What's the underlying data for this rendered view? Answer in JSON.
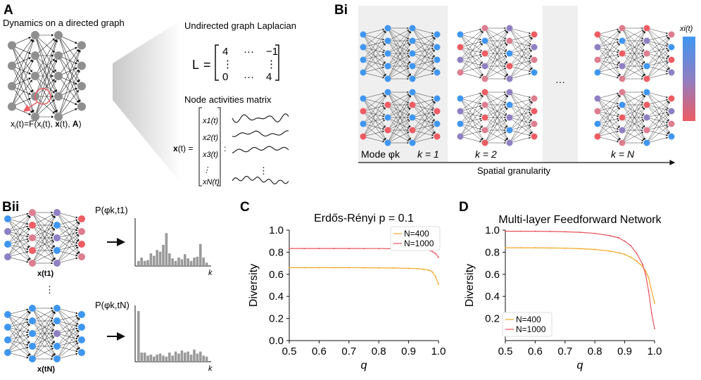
{
  "panel_labels": {
    "a": "A",
    "bi": "Bi",
    "bii": "Bii",
    "c": "C",
    "d": "D"
  },
  "panel_a": {
    "title": "Dynamics on a directed graph",
    "equation_prefix": "x",
    "equation_sub": "i",
    "equation_rest": "(t)=F(x",
    "equation_rest2": "(t), ",
    "equation_x": "x",
    "equation_t": "(t), ",
    "equation_A": "A",
    "equation_close": ")",
    "laplacian_title": "Undirected graph Laplacian",
    "laplacian_L": "L",
    "laplacian_eq": "=",
    "laplacian_rows": [
      [
        "4",
        "···",
        "−1"
      ],
      [
        "⋮",
        "",
        "⋮"
      ],
      [
        "0",
        "···",
        "4"
      ]
    ],
    "activity_title": "Node activities matrix",
    "activity_lhs": "x",
    "activity_lhs_t": "(t) =",
    "activity_entries": [
      "x1(t)",
      "x2(t)",
      "x3(t)",
      "⋮",
      "xN(t)"
    ],
    "activity_colon": ":",
    "activity_vdots": "⋮"
  },
  "panel_bi": {
    "mode_label": "Mode φk",
    "k_labels": [
      "k = 1",
      "k = 2",
      "···",
      "k = N"
    ],
    "axis_label": "Spatial granularity",
    "colorbar_label": "xi(t)"
  },
  "panel_bii": {
    "top_state": "x(t1)",
    "bottom_state": "x(tN)",
    "vdots": "⋮",
    "top_prob": "P(φk,t1)",
    "bottom_prob": "P(φk,tN)",
    "axis_k": "k",
    "top_hist": [
      0.12,
      0.2,
      0.12,
      0.14,
      0.3,
      0.24,
      0.38,
      0.34,
      0.5,
      0.78,
      0.3,
      0.18,
      0.12,
      0.2,
      0.16,
      0.28,
      0.18,
      0.12,
      0.2,
      0.22,
      0.52,
      0.2,
      0.08
    ],
    "bottom_hist": [
      1.0,
      0.18,
      0.18,
      0.12,
      0.14,
      0.1,
      0.14,
      0.16,
      0.12,
      0.1,
      0.18,
      0.12,
      0.2,
      0.16,
      0.22,
      0.18,
      0.2,
      0.14,
      0.24,
      0.16,
      0.2,
      0.12,
      0.1
    ]
  },
  "chart_data": [
    {
      "type": "line",
      "title": "Erdős-Rényi p = 0.1",
      "xlabel": "q",
      "ylabel": "Diversity",
      "xlim": [
        0.5,
        1.0
      ],
      "ylim": [
        0.0,
        1.0
      ],
      "xticks": [
        "0.5",
        "0.6",
        "0.7",
        "0.8",
        "0.9",
        "1.0"
      ],
      "yticks": [
        "0.0",
        "0.2",
        "0.4",
        "0.6",
        "0.8",
        "1.0"
      ],
      "legend_position": "top-right",
      "series": [
        {
          "name": "N=400",
          "color": "#f5a623",
          "x": [
            0.5,
            0.55,
            0.6,
            0.65,
            0.7,
            0.75,
            0.8,
            0.85,
            0.9,
            0.93,
            0.95,
            0.97,
            0.98,
            0.99,
            1.0
          ],
          "y": [
            0.66,
            0.66,
            0.66,
            0.66,
            0.66,
            0.659,
            0.658,
            0.657,
            0.654,
            0.651,
            0.646,
            0.636,
            0.62,
            0.58,
            0.51
          ]
        },
        {
          "name": "N=1000",
          "color": "#e8525b",
          "x": [
            0.5,
            0.55,
            0.6,
            0.65,
            0.7,
            0.75,
            0.8,
            0.85,
            0.9,
            0.93,
            0.95,
            0.97,
            0.98,
            0.99,
            1.0
          ],
          "y": [
            0.834,
            0.834,
            0.834,
            0.834,
            0.834,
            0.833,
            0.833,
            0.832,
            0.83,
            0.827,
            0.823,
            0.815,
            0.805,
            0.788,
            0.755
          ]
        }
      ]
    },
    {
      "type": "line",
      "title": "Multi-layer Feedforward Network",
      "xlabel": "q",
      "ylabel": "Diversity",
      "xlim": [
        0.5,
        1.0
      ],
      "ylim": [
        0.0,
        1.0
      ],
      "xticks": [
        "0.5",
        "0.6",
        "0.7",
        "0.8",
        "0.9",
        "1.0"
      ],
      "yticks": [
        "0.2",
        "0.4",
        "0.6",
        "0.8",
        "1.0"
      ],
      "legend_position": "bottom-left",
      "series": [
        {
          "name": "N=400",
          "color": "#f5a623",
          "x": [
            0.5,
            0.55,
            0.6,
            0.65,
            0.7,
            0.75,
            0.8,
            0.85,
            0.88,
            0.9,
            0.92,
            0.94,
            0.96,
            0.97,
            0.98,
            1.0
          ],
          "y": [
            0.84,
            0.84,
            0.84,
            0.838,
            0.836,
            0.832,
            0.825,
            0.81,
            0.795,
            0.78,
            0.755,
            0.72,
            0.67,
            0.63,
            0.57,
            0.34
          ]
        },
        {
          "name": "N=1000",
          "color": "#e8525b",
          "x": [
            0.5,
            0.55,
            0.6,
            0.65,
            0.7,
            0.75,
            0.8,
            0.85,
            0.88,
            0.9,
            0.92,
            0.94,
            0.96,
            0.97,
            0.98,
            0.99,
            1.0
          ],
          "y": [
            0.99,
            0.99,
            0.99,
            0.988,
            0.985,
            0.98,
            0.97,
            0.95,
            0.93,
            0.9,
            0.86,
            0.79,
            0.69,
            0.6,
            0.45,
            0.25,
            0.11
          ]
        }
      ]
    }
  ],
  "colors": {
    "blue": "#3f96f0",
    "red": "#ee5c64",
    "purple": "#8f7fc3",
    "pink": "#dd7d8f",
    "gray": "#8f8f8f",
    "hist": "#9a9a9a",
    "bg_panel": "#efefef"
  }
}
